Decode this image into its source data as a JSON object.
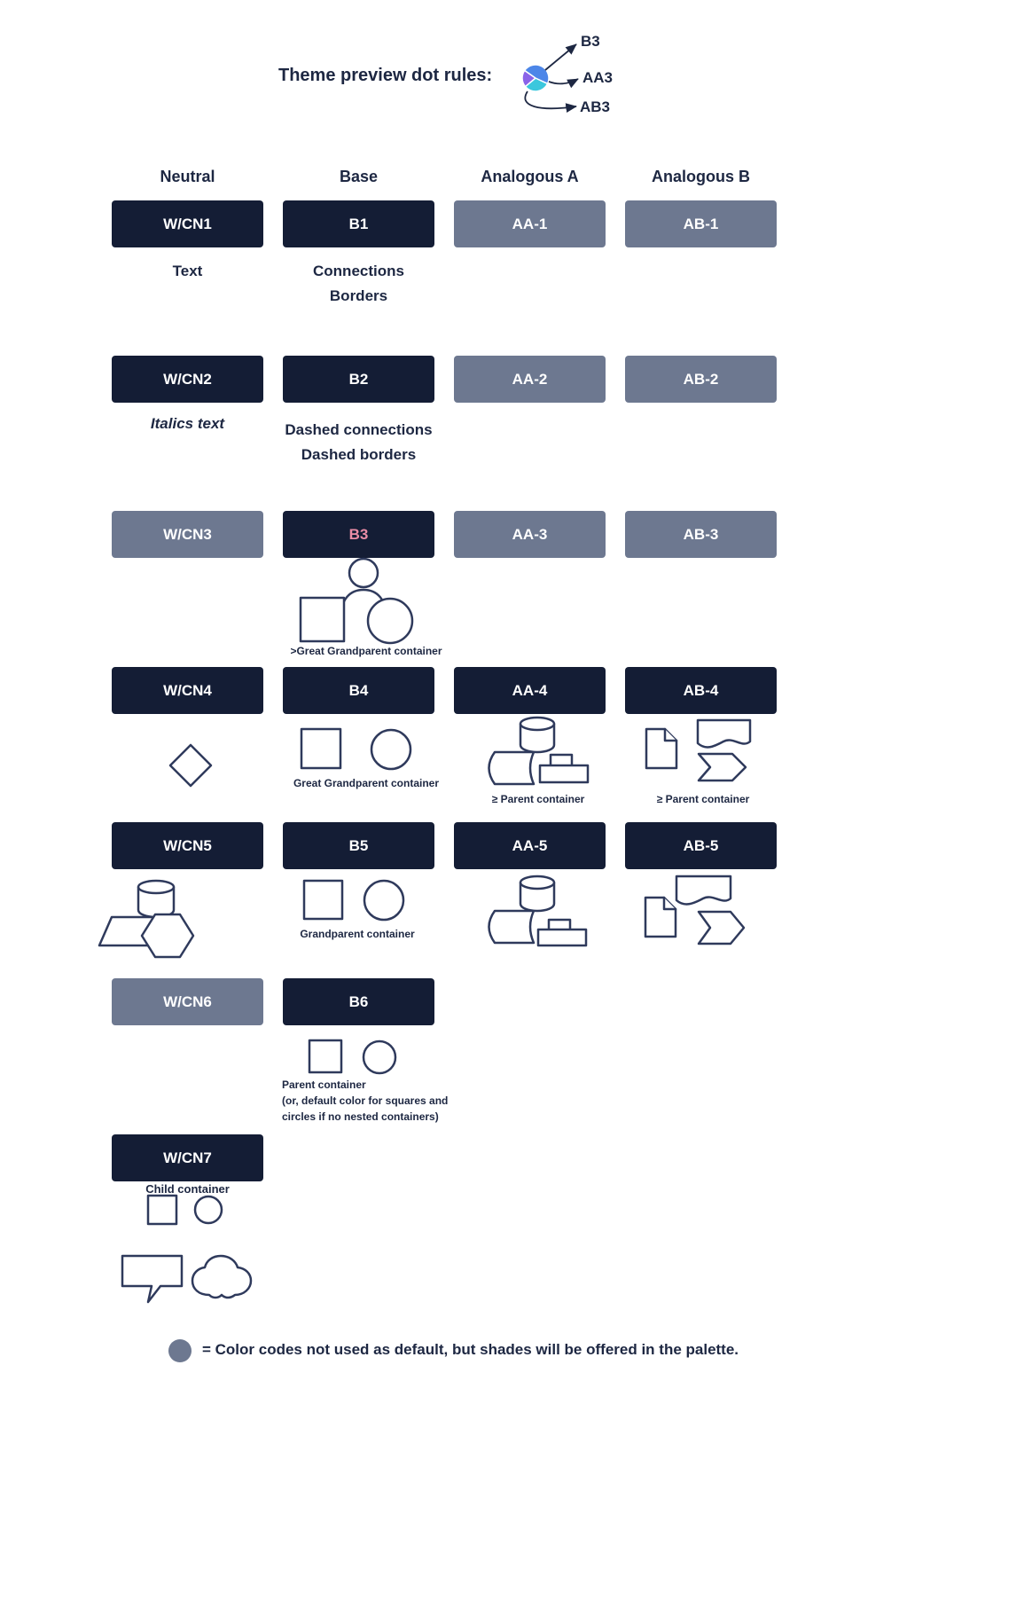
{
  "header": {
    "title": "Theme preview dot rules:",
    "dot_labels": {
      "b3": "B3",
      "aa3": "AA3",
      "ab3": "AB3"
    }
  },
  "columns": {
    "neutral": "Neutral",
    "base": "Base",
    "analogous_a": "Analogous A",
    "analogous_b": "Analogous B"
  },
  "swatches": {
    "wcn1": "W/CN1",
    "b1": "B1",
    "aa1": "AA-1",
    "ab1": "AB-1",
    "wcn2": "W/CN2",
    "b2": "B2",
    "aa2": "AA-2",
    "ab2": "AB-2",
    "wcn3": "W/CN3",
    "b3": "B3",
    "aa3": "AA-3",
    "ab3": "AB-3",
    "wcn4": "W/CN4",
    "b4": "B4",
    "aa4": "AA-4",
    "ab4": "AB-4",
    "wcn5": "W/CN5",
    "b5": "B5",
    "aa5": "AA-5",
    "ab5": "AB-5",
    "wcn6": "W/CN6",
    "b6": "B6",
    "wcn7": "W/CN7"
  },
  "annotations": {
    "neutral1": "Text",
    "base1_line1": "Connections",
    "base1_line2": "Borders",
    "neutral2": "Italics text",
    "base2_line1": "Dashed connections",
    "base2_line2": "Dashed borders",
    "b3_shapes": ">Great Grandparent container",
    "b4_shapes": "Great Grandparent container",
    "aa4_shapes": "≥  Parent container",
    "ab4_shapes": "≥ Parent container",
    "b5_shapes": "Grandparent container",
    "b6_title": "Parent container",
    "b6_note": "(or, default color for squares and circles if no nested containers)",
    "wcn7_label": "Child container"
  },
  "legend": {
    "text": "= Color codes not used as default, but shades will be offered in the palette."
  },
  "colors": {
    "dark_navy": "#141d35",
    "slate_gray": "#6d7890",
    "pink": "#ea8da6",
    "outline": "#2f3a5c",
    "dot_blue": "#4c86e8",
    "dot_teal": "#3bc7dd",
    "dot_purple": "#8a63e8"
  }
}
